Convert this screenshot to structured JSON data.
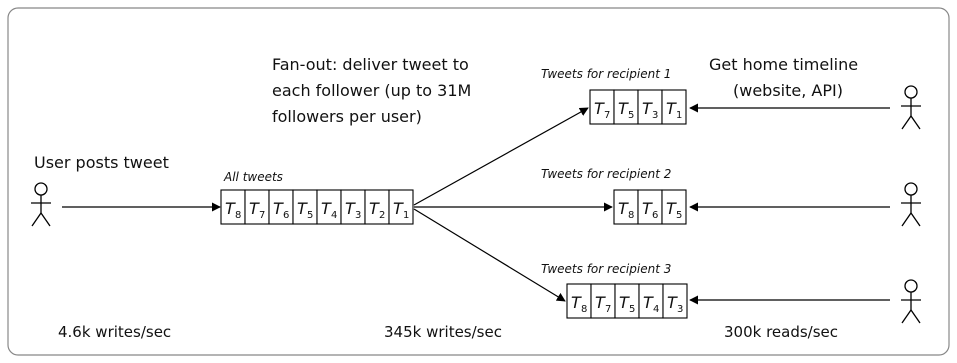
{
  "labels": {
    "user_posts": "User posts tweet",
    "fanout_line1": "Fan-out: deliver tweet to",
    "fanout_line2": "each follower (up to 31M",
    "fanout_line3": "followers per user)",
    "home_line1": "Get home timeline",
    "home_line2": "(website, API)",
    "rate_writes": "4.6k writes/sec",
    "rate_fanout": "345k writes/sec",
    "rate_reads": "300k reads/sec"
  },
  "queues": {
    "all": {
      "label": "All tweets",
      "items": [
        "8",
        "7",
        "6",
        "5",
        "4",
        "3",
        "2",
        "1"
      ]
    },
    "r1": {
      "label": "Tweets for recipient 1",
      "items": [
        "7",
        "5",
        "3",
        "1"
      ]
    },
    "r2": {
      "label": "Tweets for recipient 2",
      "items": [
        "8",
        "6",
        "5"
      ]
    },
    "r3": {
      "label": "Tweets for recipient 3",
      "items": [
        "8",
        "7",
        "5",
        "4",
        "3"
      ]
    }
  },
  "tweet_prefix": "T",
  "icons": [
    "person-icon"
  ]
}
